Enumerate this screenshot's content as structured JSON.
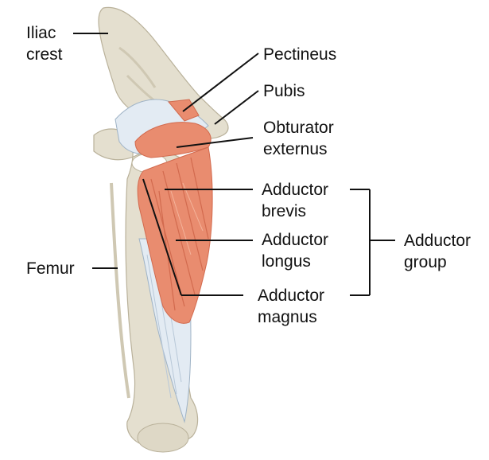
{
  "colors": {
    "bone": "#e4dfcf",
    "bone_shade": "#cfc8b3",
    "muscle": "#e98c6f",
    "muscle_dark": "#d26a4e",
    "muscle_light": "#f4b39a",
    "tendon": "#e3ebf3",
    "tendon_line": "#9fb3c6",
    "leader_line": "#111111"
  },
  "labels": {
    "iliac_crest": {
      "line1": "Iliac",
      "line2": "crest"
    },
    "pectineus": {
      "line1": "Pectineus"
    },
    "pubis": {
      "line1": "Pubis"
    },
    "obturator_externus": {
      "line1": "Obturator",
      "line2": "externus"
    },
    "adductor_brevis": {
      "line1": "Adductor",
      "line2": "brevis"
    },
    "adductor_longus": {
      "line1": "Adductor",
      "line2": "longus"
    },
    "adductor_magnus": {
      "line1": "Adductor",
      "line2": "magnus"
    },
    "femur": {
      "line1": "Femur"
    },
    "adductor_group": {
      "line1": "Adductor",
      "line2": "group"
    }
  }
}
